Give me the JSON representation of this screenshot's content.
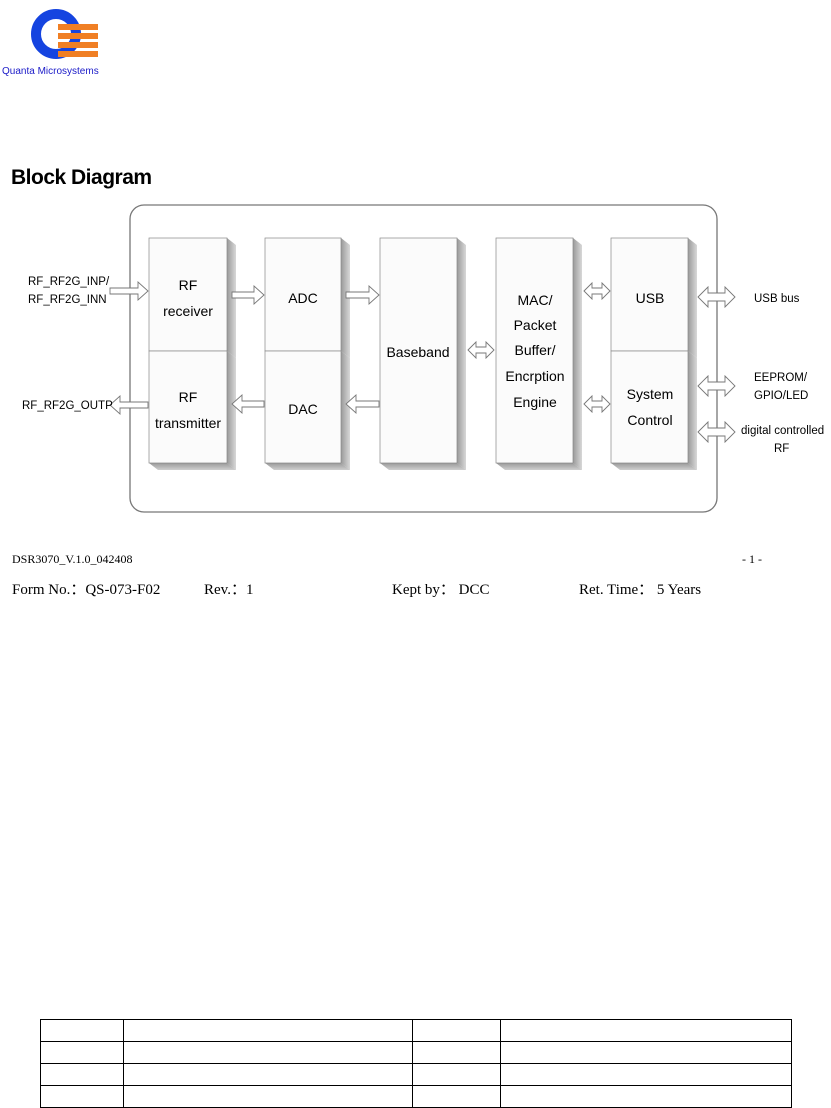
{
  "header": {
    "company_name": "Quanta Microsystems",
    "logo_colors": {
      "blue": "#1544e0",
      "orange": "#f07f24"
    }
  },
  "section_title": "Block Diagram",
  "diagram": {
    "blocks": {
      "rf_receiver": [
        "RF",
        "receiver"
      ],
      "rf_transmitter": [
        "RF",
        "transmitter"
      ],
      "adc": [
        "ADC"
      ],
      "dac": [
        "DAC"
      ],
      "baseband": [
        "Baseband"
      ],
      "mac": [
        "MAC/",
        "Packet",
        "Buffer/",
        "Encrption",
        "Engine"
      ],
      "usb": [
        "USB"
      ],
      "system_control": [
        "System",
        "Control"
      ]
    },
    "signals": {
      "rf_in": [
        "RF_RF2G_INP/",
        "RF_RF2G_INN"
      ],
      "rf_out": "RF_RF2G_OUTP",
      "usb_bus": "USB bus",
      "eeprom": [
        "EEPROM/",
        "GPIO/LED"
      ],
      "digital_rf": [
        "digital controlled",
        "RF"
      ]
    }
  },
  "footer": {
    "doc_id": "DSR3070_V.1.0_042408",
    "page": "- 1 -",
    "form_no": "Form No.：QS-073-F02",
    "rev": "Rev.：1",
    "kept_by": "Kept by： DCC",
    "ret_time": "Ret. Time：  5 Years"
  },
  "revision_table": {
    "rows": 4,
    "cols": 4
  }
}
